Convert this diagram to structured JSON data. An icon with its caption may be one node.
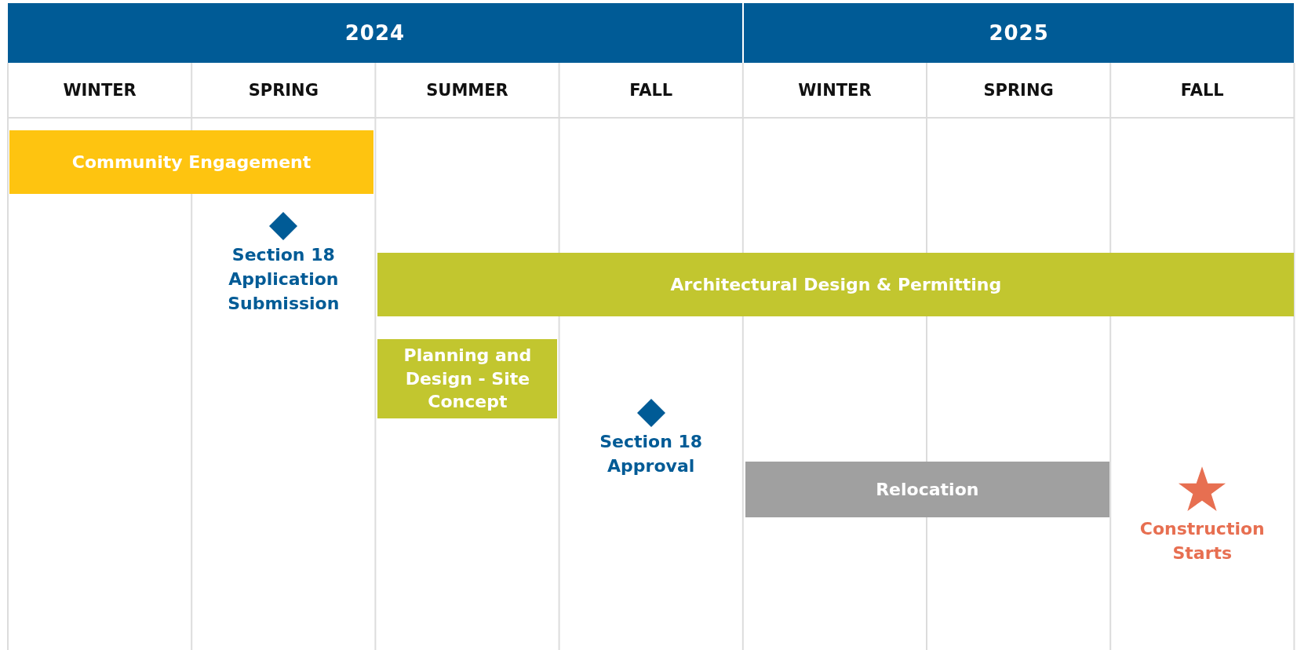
{
  "diagram": {
    "nodes": [
      {
        "text": [
          "2024"
        ]
      },
      {
        "text": [
          "2025"
        ]
      },
      {
        "text": [
          "Community Engagement"
        ]
      },
      {
        "text": [
          "Section 18 Application Submission"
        ]
      },
      {
        "text": [
          "Architectural Design & Permitting"
        ]
      },
      {
        "text": [
          "Planning and Design - Site Concept"
        ]
      },
      {
        "text": [
          "Section 18 Approval"
        ]
      },
      {
        "text": [
          "Relocation"
        ]
      },
      {
        "text": [
          "Construction Starts"
        ]
      }
    ],
    "labels": [
      "WINTER",
      "SPRING",
      "SUMMER",
      "FALL",
      "WINTER",
      "SPRING",
      "FALL"
    ]
  }
}
